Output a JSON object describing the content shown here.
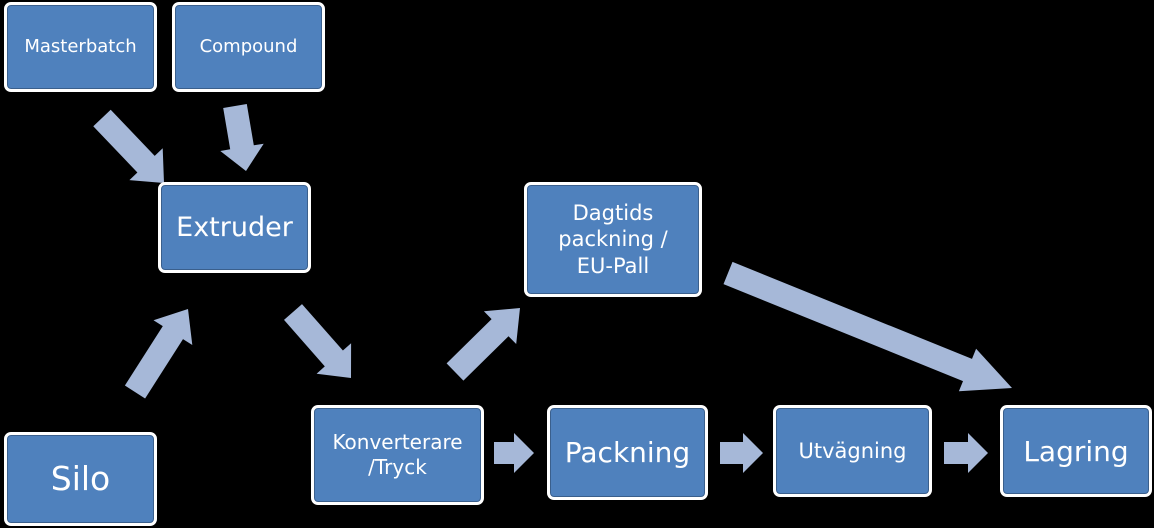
{
  "colors": {
    "background": "#000000",
    "box_fill": "#4f81bd",
    "box_border": "#ffffff",
    "arrow_fill": "#a6b8d8",
    "text": "#ffffff"
  },
  "nodes": {
    "masterbatch": "Masterbatch",
    "compound": "Compound",
    "extruder": "Extruder",
    "silo": "Silo",
    "dagtids": "Dagtids\npackning /\nEU-Pall",
    "konverterare": "Konverterare\n/Tryck",
    "packning": "Packning",
    "utvagning": "Utvägning",
    "lagring": "Lagring"
  },
  "edges": [
    {
      "from": "Masterbatch",
      "to": "Extruder"
    },
    {
      "from": "Compound",
      "to": "Extruder"
    },
    {
      "from": "Silo",
      "to": "Extruder"
    },
    {
      "from": "Extruder",
      "to": "Konverterare\n/Tryck"
    },
    {
      "from": "Konverterare\n/Tryck",
      "to": "Dagtids\npackning /\nEU-Pall"
    },
    {
      "from": "Konverterare\n/Tryck",
      "to": "Packning"
    },
    {
      "from": "Packning",
      "to": "Utvägning"
    },
    {
      "from": "Utvägning",
      "to": "Lagring"
    },
    {
      "from": "Dagtids\npackning /\nEU-Pall",
      "to": "Lagring"
    }
  ]
}
